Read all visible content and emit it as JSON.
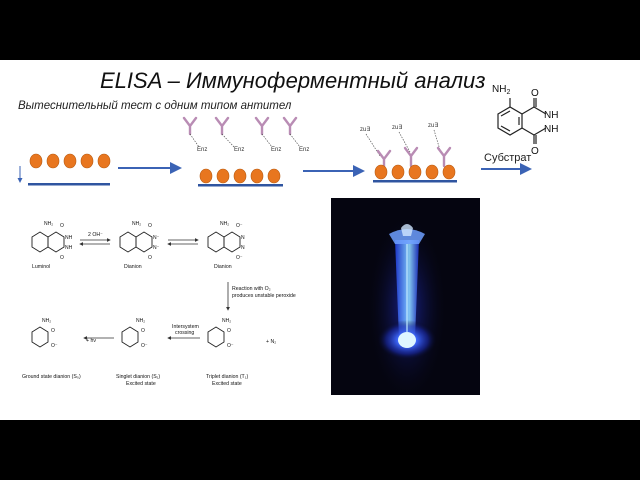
{
  "slide": {
    "title": "ELISA – Иммуноферментный анализ",
    "subtitle": "Вытеснительный тест с одним типом антител",
    "substrate_label": "Субстрат"
  },
  "luminol_structure": {
    "nh2": "NH",
    "nh2_sub": "2",
    "o_top": "O",
    "nh_1": "NH",
    "nh_2": "NH",
    "o_bottom": "O"
  },
  "enzyme_label": "Enz",
  "product_label": "zu∃",
  "reaction_scheme": {
    "step1_reagent": "2 OH⁻",
    "luminol": "Luminol",
    "dianion_1": "Dianion",
    "dianion_2": "Dianion",
    "oxygen_reaction_line1": "Reaction with O₂",
    "oxygen_reaction_line2": "produces unstable peroxide",
    "plus_n2": "+ N₂",
    "intersystem_line1": "Intersystem",
    "intersystem_line2": "crossing",
    "plus_hv": "+ hν",
    "ground_state": "Ground state dianion (S₀)",
    "singlet_state": "Singlet dianion (S₁)",
    "singlet_sub": "Excited state",
    "triplet_state": "Triplet dianion (T₁)",
    "triplet_sub": "Excited state",
    "atom_o": "O",
    "atom_o_minus": "O⁻",
    "atom_nh": "NH",
    "atom_nh2": "NH₂",
    "atom_n": "N",
    "atom_n_minus": "N⁻"
  },
  "colors": {
    "bead": "#e8761f",
    "bead_stroke": "#b85a10",
    "arrow": "#3b63b5",
    "antibody": "#b98cb4",
    "plate": "#2f55a0"
  }
}
